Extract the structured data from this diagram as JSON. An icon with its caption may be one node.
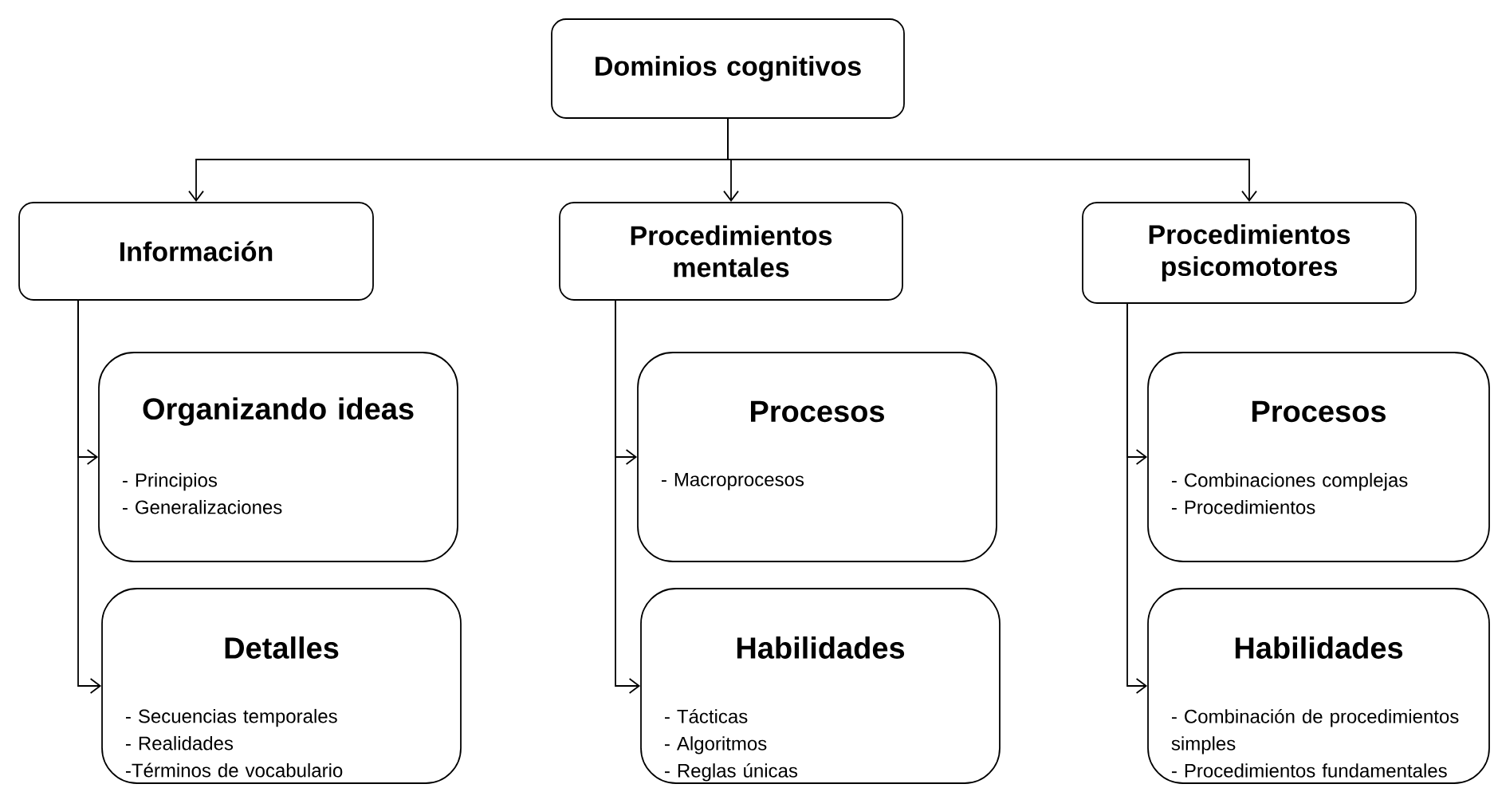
{
  "diagram": {
    "nodes": [
      {
        "text": [
          "Dominios cognitivos"
        ]
      },
      {
        "text": [
          "Información"
        ]
      },
      {
        "text": [
          "Procedimientos mentales"
        ]
      },
      {
        "text": [
          "Procedimientos psicomotores"
        ]
      },
      {
        "text": [
          "Organizando ideas",
          "- Principios",
          "- Generalizaciones"
        ]
      },
      {
        "text": [
          "Detalles",
          "- Secuencias temporales",
          "- Realidades",
          "-Términos de vocabulario"
        ]
      },
      {
        "text": [
          "Procesos",
          "- Macroprocesos"
        ]
      },
      {
        "text": [
          "Habilidades",
          "- Tácticas",
          "- Algoritmos",
          "- Reglas únicas"
        ]
      },
      {
        "text": [
          "Procesos",
          "- Combinaciones complejas",
          "- Procedimientos"
        ]
      },
      {
        "text": [
          "Habilidades",
          "- Combinación de procedimientos simples",
          "- Procedimientos fundamentales"
        ]
      }
    ],
    "edges": [
      {
        "from": 0,
        "to": 1,
        "arrow": "to"
      },
      {
        "from": 0,
        "to": 2,
        "arrow": "to"
      },
      {
        "from": 0,
        "to": 3,
        "arrow": "to"
      },
      {
        "from": 1,
        "to": 4,
        "arrow": "to"
      },
      {
        "from": 1,
        "to": 5,
        "arrow": "to"
      },
      {
        "from": 2,
        "to": 6,
        "arrow": "to"
      },
      {
        "from": 2,
        "to": 7,
        "arrow": "to"
      },
      {
        "from": 3,
        "to": 8,
        "arrow": "to"
      },
      {
        "from": 3,
        "to": 9,
        "arrow": "to"
      }
    ]
  }
}
